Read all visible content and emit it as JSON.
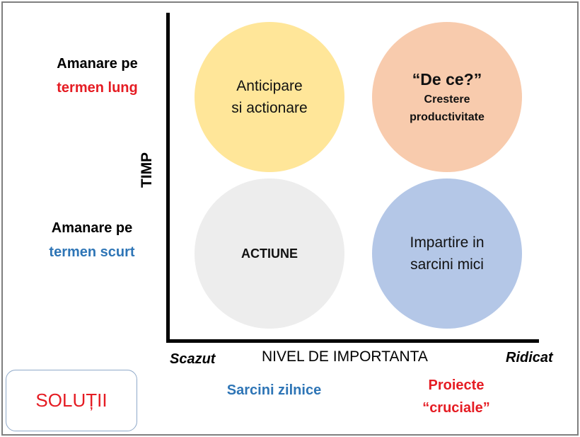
{
  "colors": {
    "red": "#e51c23",
    "blue": "#2e75b6",
    "yellow": "#ffe699",
    "orange": "#f8cbad",
    "gray": "#ededed",
    "lightblue": "#b4c7e7"
  },
  "y_axis": {
    "title": "TIMP",
    "top_label": {
      "line1": "Amanare pe",
      "line2": "termen lung"
    },
    "bottom_label": {
      "line1": "Amanare pe",
      "line2": "termen scurt"
    }
  },
  "x_axis": {
    "title": "NIVEL DE IMPORTANTA",
    "low": "Scazut",
    "high": "Ridicat"
  },
  "quadrants": {
    "top_left": {
      "line1": "Anticipare",
      "line2": "si actionare"
    },
    "top_right": {
      "line1": "“De ce?”",
      "line2": "Crestere",
      "line3": "productivitate"
    },
    "bottom_left": {
      "line1": "ACTIUNE"
    },
    "bottom_right": {
      "line1": "Impartire in",
      "line2": "sarcini mici"
    }
  },
  "solutions": {
    "button": "SOLUȚII",
    "low": "Sarcini zilnice",
    "high_line1": "Proiecte",
    "high_line2": "“cruciale”"
  }
}
